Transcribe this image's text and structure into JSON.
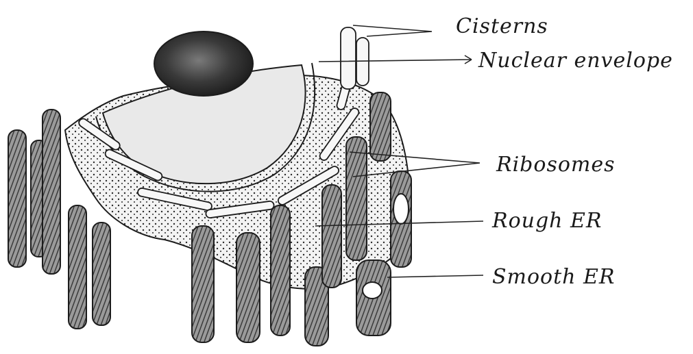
{
  "diagram": {
    "labels": {
      "cisterns": "Cisterns",
      "nuclear_envelope": "Nuclear envelope",
      "ribosomes": "Ribosomes",
      "rough_er": "Rough ER",
      "smooth_er": "Smooth ER"
    }
  }
}
